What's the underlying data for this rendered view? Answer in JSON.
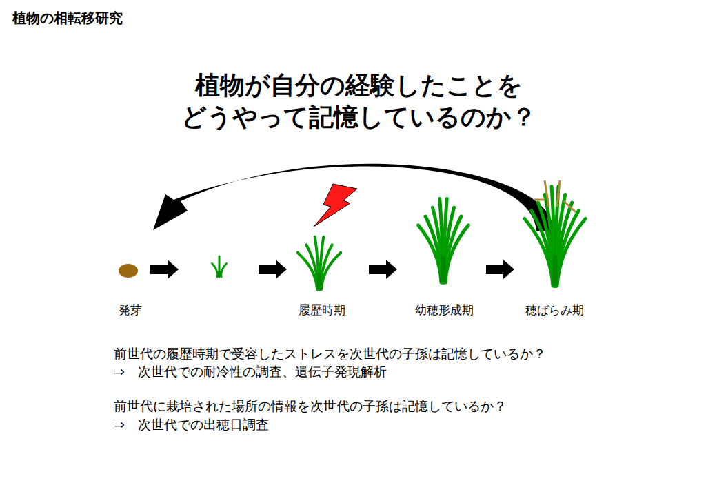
{
  "diagram": {
    "title": "植物の相転移研究",
    "labels": [
      "植物が自分の経験したことを",
      "どうやって記憶しているのか？",
      "発芽",
      "履歴時期",
      "幼穂形成期",
      "穂ばらみ期",
      "前世代の履歴時期で受容したストレスを次世代の子孫は記憶しているか？",
      "⇒　次世代での耐冷性の調査、遺伝子発現解析",
      "前世代に栽培された場所の情報を次世代の子孫は記憶しているか？",
      "⇒　次世代での出穂日調査"
    ]
  }
}
